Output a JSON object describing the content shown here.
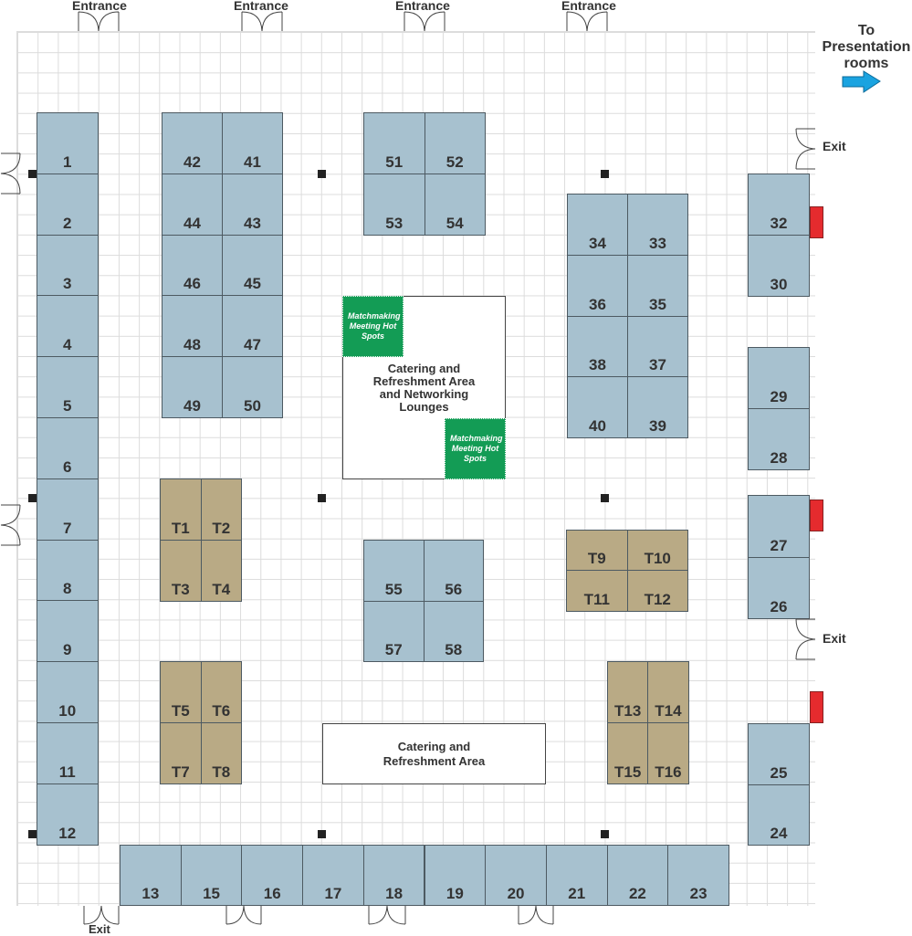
{
  "labels": {
    "entrance": "Entrance",
    "exit": "Exit",
    "to_presentation": "To Presentation rooms",
    "catering_networking": "Catering and Refreshment Area and Networking Lounges",
    "catering": "Catering and Refreshment Area",
    "matchmaking": "Matchmaking Meeting Hot Spots"
  },
  "colors": {
    "booth": "#a7c1cf",
    "table": "#b9aa85",
    "matchmaking": "#139c55",
    "marker": "#e52b2e",
    "arrow": "#1aa3e0"
  },
  "booths": {
    "left_column": [
      "1",
      "2",
      "3",
      "4",
      "5",
      "6",
      "7",
      "8",
      "9",
      "10",
      "11",
      "12"
    ],
    "block_41_50": [
      "42",
      "41",
      "44",
      "43",
      "46",
      "45",
      "48",
      "47",
      "49",
      "50"
    ],
    "block_51_54": [
      "51",
      "52",
      "53",
      "54"
    ],
    "block_33_40": [
      "34",
      "33",
      "36",
      "35",
      "38",
      "37",
      "40",
      "39"
    ],
    "right_32_30": [
      "32",
      "30"
    ],
    "right_29_28": [
      "29",
      "28"
    ],
    "right_27_26": [
      "27",
      "26"
    ],
    "right_25_24": [
      "25",
      "24"
    ],
    "block_55_58": [
      "55",
      "56",
      "57",
      "58"
    ],
    "bottom_row": [
      "13",
      "15",
      "16",
      "17",
      "18",
      "19",
      "20",
      "21",
      "22",
      "23"
    ],
    "tables_t1_t4": [
      "T1",
      "T2",
      "T3",
      "T4"
    ],
    "tables_t5_t8": [
      "T5",
      "T6",
      "T7",
      "T8"
    ],
    "tables_t9_t12": [
      "T9",
      "T10",
      "T11",
      "T12"
    ],
    "tables_t13_t16": [
      "T13",
      "T14",
      "T15",
      "T16"
    ]
  }
}
